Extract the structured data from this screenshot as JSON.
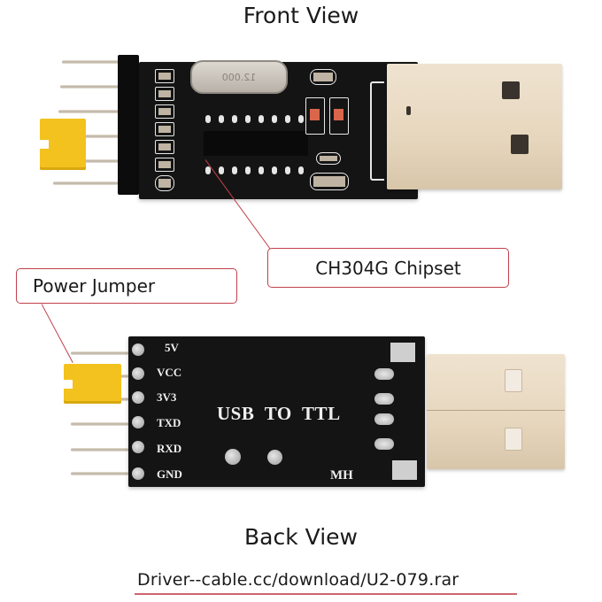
{
  "titles": {
    "front": "Front View",
    "back": "Back View"
  },
  "callouts": {
    "chipset": "CH304G Chipset",
    "power_jumper": "Power Jumper"
  },
  "front_board": {
    "crystal_marking": "12.000",
    "pin_count": 6
  },
  "back_board": {
    "pin_labels": [
      "5V",
      "VCC",
      "3V3",
      "TXD",
      "RXD",
      "GND"
    ],
    "silkscreen_title": "USB TO TTL",
    "maker_mark": "MH"
  },
  "footer": {
    "driver_link": "Driver--cable.cc/download/U2-079.rar"
  },
  "colors": {
    "callout_border": "#c0404a",
    "pcb": "#141414",
    "jumper": "#f3c21e",
    "usb_shell": "#e6d6bd"
  }
}
